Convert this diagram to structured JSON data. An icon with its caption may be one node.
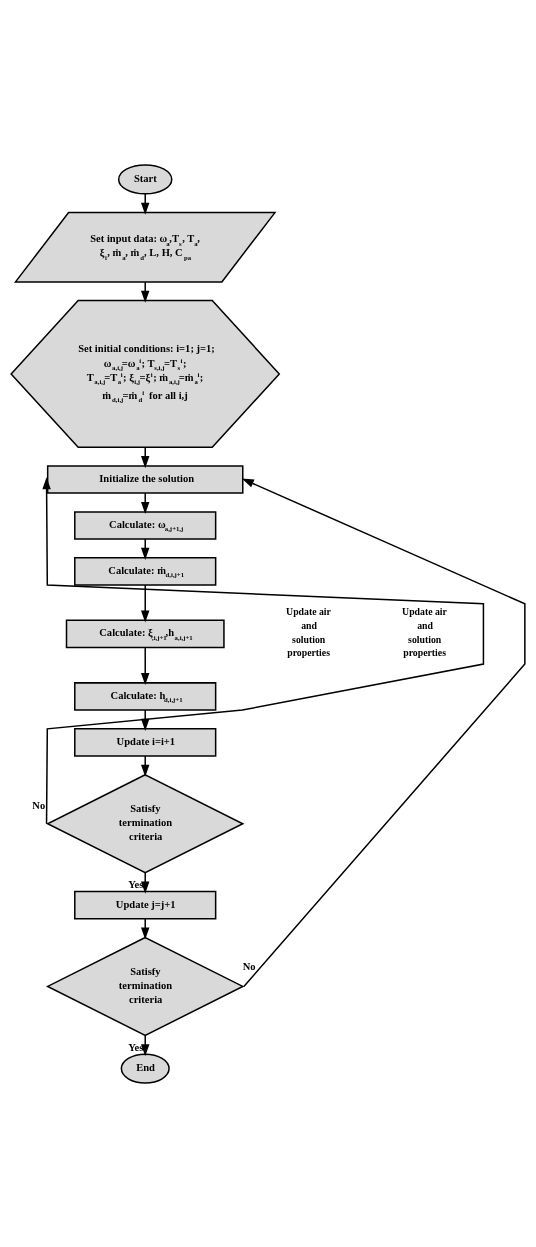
{
  "diagram": {
    "nodes": [
      {
        "text": [
          "Start"
        ]
      },
      {
        "text": [
          "Set input data: ω$_{a}$,T$_{s}$, T$_{a}$, ξ$_{i}$, ṁ$_{a}$, ṁ$_{d}$, L, H, C$_{pa}$"
        ]
      },
      {
        "text": [
          "Set initial conditions: i=1; j=1; ω$_{a,i,j}$=ω$_{a}$$^{i}$; T$_{s,i,j}$=T$_{s}$$^{i}$; T$_{a,i,j}$=T$_{a}$$^{i}$; ξ$_{i,j}$=ξ$^{i}$; ṁ$_{a,i,j}$=ṁ$_{a}$$^{i}$; ṁ$_{d,i,j}$=ṁ$_{d}$$^{i}$ for all i,j"
        ]
      },
      {
        "text": [
          "Initialize the solution"
        ]
      },
      {
        "text": [
          "Calculate: ω$_{a,j+1,j}$"
        ]
      },
      {
        "text": [
          "Calculate: ṁ$_{d,i,j+1}$"
        ]
      },
      {
        "text": [
          "Calculate: ξ$_{,i,j+1}$,h$_{a,i,j+1}$"
        ]
      },
      {
        "text": [
          "Calculate: h$_{d,i,j+1}$"
        ]
      },
      {
        "text": [
          "Update i=i+1"
        ]
      },
      {
        "text": [
          "Satisfy termination criteria"
        ]
      },
      {
        "text": [
          "Update j=j+1"
        ]
      },
      {
        "text": [
          "Satisfy termination criteria"
        ]
      },
      {
        "text": [
          "End"
        ]
      }
    ],
    "edges": [
      {
        "from": 0,
        "to": 1,
        "arrow": "to"
      },
      {
        "from": 1,
        "to": 2,
        "arrow": "to"
      },
      {
        "from": 2,
        "to": 3,
        "arrow": "to"
      },
      {
        "from": 3,
        "to": 4,
        "arrow": "to"
      },
      {
        "from": 4,
        "to": 5,
        "arrow": "to"
      },
      {
        "from": 5,
        "to": 6,
        "arrow": "to"
      },
      {
        "from": 6,
        "to": 7,
        "arrow": "to"
      },
      {
        "from": 7,
        "to": 8,
        "arrow": "to"
      },
      {
        "from": 8,
        "to": 9,
        "arrow": "to"
      },
      {
        "from": 9,
        "to": 3,
        "arrow": "to",
        "label": "No"
      },
      {
        "from": 9,
        "to": 10,
        "arrow": "to",
        "label": "Yes"
      },
      {
        "from": 10,
        "to": 11,
        "arrow": "to"
      },
      {
        "from": 11,
        "to": 3,
        "arrow": "to",
        "label": "No"
      },
      {
        "from": 11,
        "to": 12,
        "arrow": "to",
        "label": "Yes"
      }
    ],
    "labels": [
      "Update air and solution properties",
      "Update air and solution properties"
    ]
  }
}
